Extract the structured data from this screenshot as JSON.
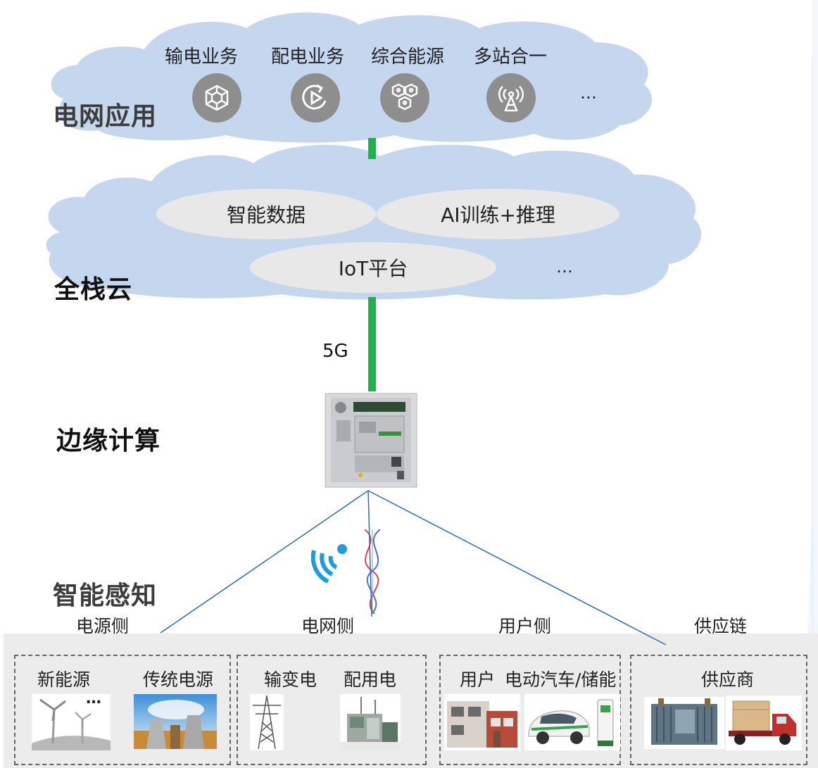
{
  "layers": {
    "grid_app": "电网应用",
    "full_stack_cloud": "全栈云",
    "edge_computing": "边缘计算",
    "smart_sensing": "智能感知"
  },
  "grid_app": {
    "items": [
      {
        "label": "输电业务",
        "icon": "network-icon"
      },
      {
        "label": "配电业务",
        "icon": "play-cycle-icon"
      },
      {
        "label": "综合能源",
        "icon": "hexagon-cluster-icon"
      },
      {
        "label": "多站合一",
        "icon": "signal-tower-icon"
      }
    ],
    "more": "…"
  },
  "cloud": {
    "items": [
      "智能数据",
      "AI训练+推理",
      "IoT平台"
    ],
    "more": "…"
  },
  "link": {
    "label": "5G"
  },
  "sides": {
    "power_source": "电源侧",
    "grid": "电网侧",
    "user": "用户侧",
    "supply_chain": "供应链"
  },
  "groups": {
    "power_source": {
      "items": [
        "新能源",
        "传统电源"
      ],
      "more": "…"
    },
    "grid": {
      "items": [
        "输变电",
        "配用电"
      ]
    },
    "user": {
      "items": [
        "用户",
        "电动汽车/储能"
      ]
    },
    "supply_chain": {
      "items": [
        "供应商"
      ]
    }
  },
  "colors": {
    "cloud_fill": "#c5d7ef",
    "cloud_pill": "#e8e8e8",
    "link_green": "#1db34a",
    "icon_circle": "#8e8e8e",
    "connector_blue": "#2e6bb5",
    "band_gray": "#ececec"
  }
}
